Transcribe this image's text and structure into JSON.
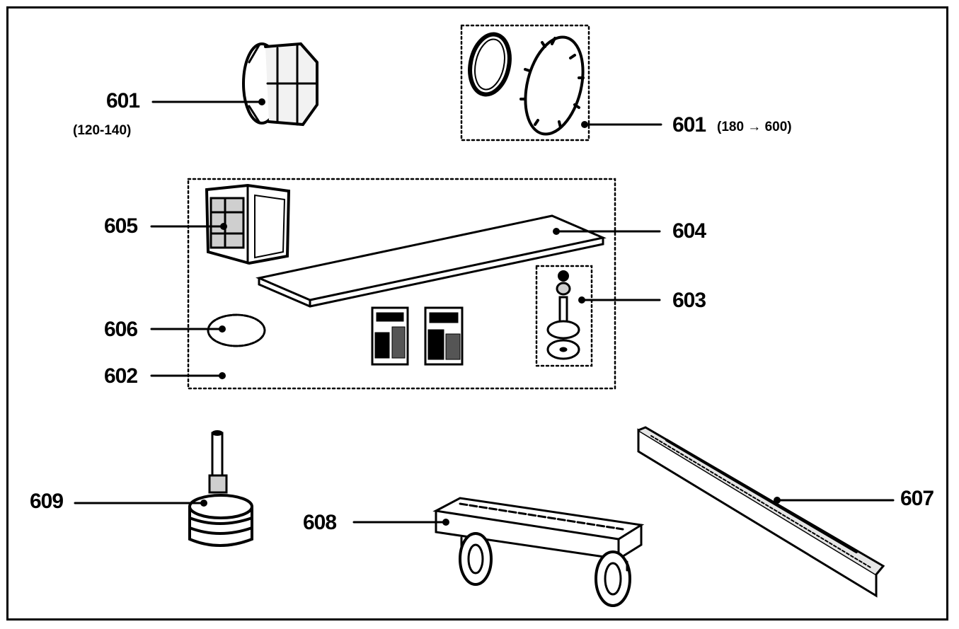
{
  "labels": {
    "p601_left": "601",
    "p601_left_range": "(120-140)",
    "p601_right": "601",
    "p601_right_range": "(180 → 600)",
    "p605": "605",
    "p604": "604",
    "p606": "606",
    "p602": "602",
    "p603": "603",
    "p609": "609",
    "p608": "608",
    "p607": "607"
  },
  "colors": {
    "line": "#000000",
    "background": "#ffffff",
    "part_fill": "#f2f2f2",
    "part_shade": "#cfcfcf"
  }
}
